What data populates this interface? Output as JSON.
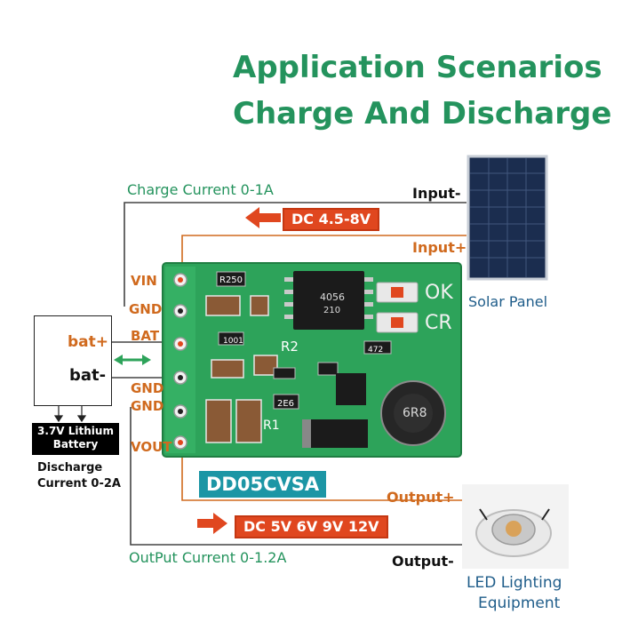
{
  "title": {
    "line1": "Application Scenarios",
    "line2": "Charge And Discharge"
  },
  "labels": {
    "charge_current": "Charge Current 0-1A",
    "input_minus": "Input-",
    "input_plus": "Input+",
    "input_voltage": "DC 4.5-8V",
    "solar_panel": "Solar Panel",
    "pins": {
      "vin": "VIN",
      "gnd1": "GND",
      "bat": "BAT",
      "gnd2": "GND",
      "gnd3": "GND",
      "vout": "VOUT"
    },
    "bat_plus": "bat+",
    "bat_minus": "bat-",
    "battery_name_1": "3.7V Lithium",
    "battery_name_2": "Battery",
    "discharge_1": "Discharge",
    "discharge_2": "Current 0-2A",
    "module_name": "DD05CVSA",
    "output_plus": "Output+",
    "output_minus": "Output-",
    "output_voltage": "DC 5V 6V 9V 12V",
    "output_current": "OutPut Current 0-1.2A",
    "led_1": "LED Lighting",
    "led_2": "Equipment",
    "pcb_marks": {
      "r250": "R250",
      "r2": "R2",
      "r1": "R1",
      "ok": "OK",
      "cr": "CR",
      "ic": "4056",
      "ic2": "210",
      "r1001": "1001",
      "r472": "472",
      "r2e6": "2E6",
      "inductor": "6R8"
    }
  },
  "colors": {
    "title": "#24935d",
    "wire": "#444444",
    "wire_orange": "#d06a1e",
    "badge": "#e0471f",
    "pcb": "#2da35a",
    "module_label": "#1c96a5",
    "solar": "#1b2d4f"
  }
}
